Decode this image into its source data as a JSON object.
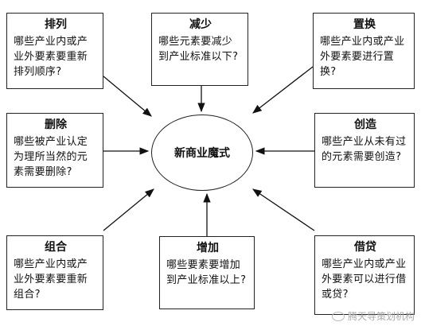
{
  "center": "新商业魔式",
  "boxes": {
    "paili": {
      "title": "排列",
      "text": "哪些产业内或产业外要素要重新排列顺序?"
    },
    "jianshao": {
      "title": "减少",
      "text": "哪些元素要减少到产业标准以下?"
    },
    "zhihuan": {
      "title": "置换",
      "text": "哪些产业内或产业外要素要进行置换?"
    },
    "shanchu": {
      "title": "删除",
      "text": "哪些被产业认定为理所当然的元素需要删除?"
    },
    "chuangzao": {
      "title": "创造",
      "text": "哪些产业从未有过的元素需要创造?"
    },
    "zuhe": {
      "title": "组合",
      "text": "哪些产业内或产业外要素要重新组合?"
    },
    "zengjia": {
      "title": "增加",
      "text": "哪些要素要增加到产业标准以上?"
    },
    "jiedai": {
      "title": "借贷",
      "text": "哪些产业内或产业外要素可以进行借或贷?"
    }
  },
  "watermark": "腾天导策划机构"
}
